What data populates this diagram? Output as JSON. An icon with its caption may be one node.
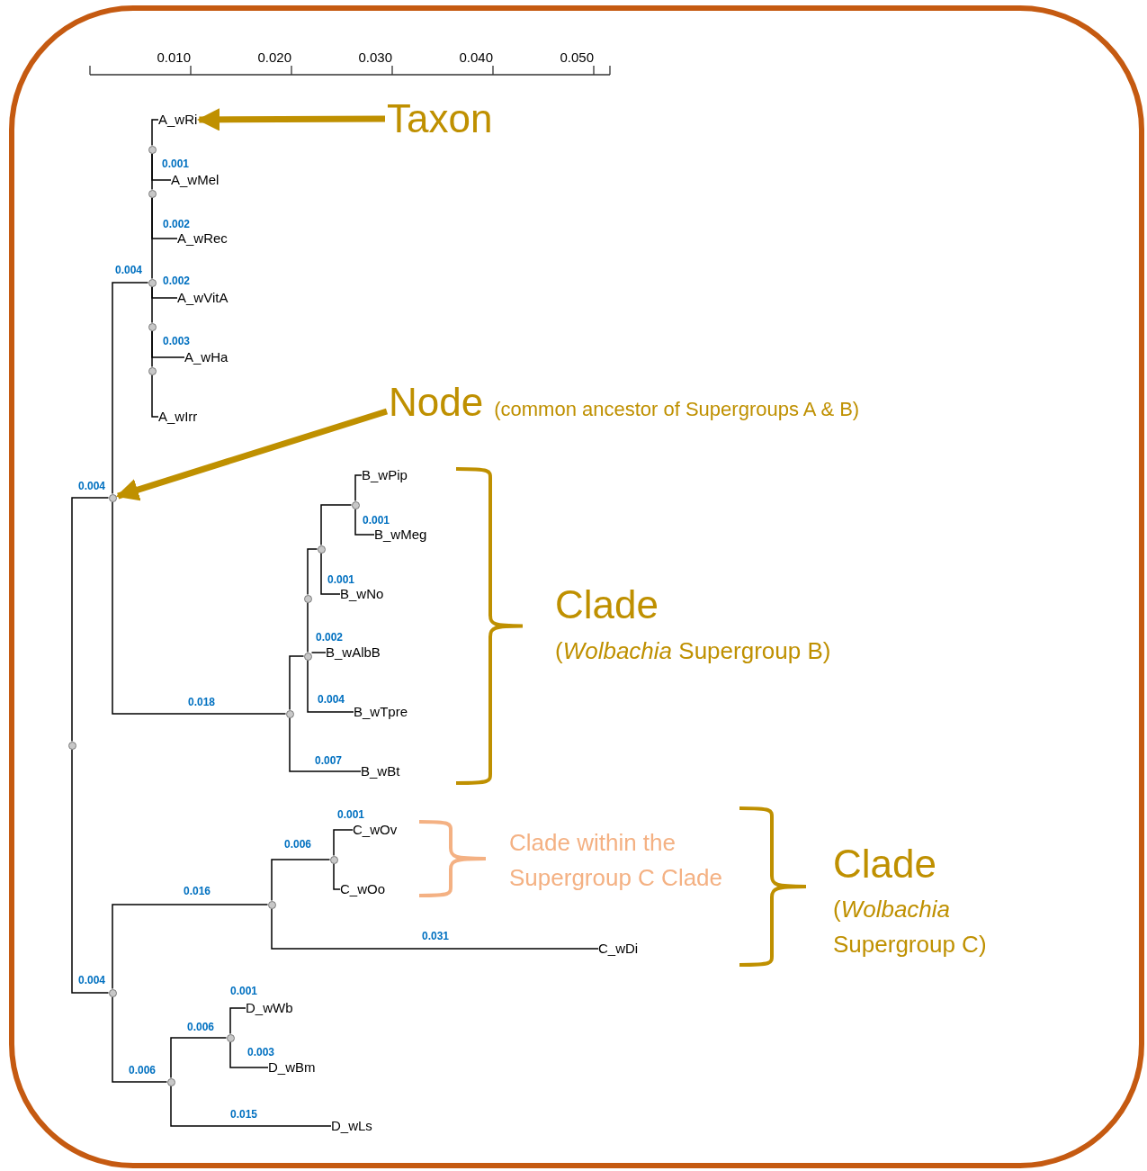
{
  "diagram": {
    "nodes": [
      {
        "text": [
          "Taxon"
        ]
      },
      {
        "text": [
          "Node",
          "(common ancestor of Supergroups A & B)"
        ]
      },
      {
        "text": [
          "A_wRi"
        ]
      },
      {
        "text": [
          "A_wMel"
        ]
      },
      {
        "text": [
          "A_wRec"
        ]
      },
      {
        "text": [
          "A_wVitA"
        ]
      },
      {
        "text": [
          "A_wHa"
        ]
      },
      {
        "text": [
          "A_wIrr"
        ]
      },
      {
        "text": [
          "B_wPip"
        ]
      },
      {
        "text": [
          "B_wMeg"
        ]
      },
      {
        "text": [
          "B_wNo"
        ]
      },
      {
        "text": [
          "B_wAlbB"
        ]
      },
      {
        "text": [
          "B_wTpre"
        ]
      },
      {
        "text": [
          "B_wBt"
        ]
      },
      {
        "text": [
          "C_wOv"
        ]
      },
      {
        "text": [
          "C_wOo"
        ]
      },
      {
        "text": [
          "C_wDi"
        ]
      },
      {
        "text": [
          "D_wWb"
        ]
      },
      {
        "text": [
          "D_wBm"
        ]
      },
      {
        "text": [
          "D_wLs"
        ]
      },
      {
        "text": [],
        "shape": "circle"
      },
      {
        "text": [],
        "shape": "circle"
      },
      {
        "text": [],
        "shape": "circle"
      },
      {
        "text": [],
        "shape": "circle"
      },
      {
        "text": [],
        "shape": "circle"
      },
      {
        "text": [],
        "shape": "circle"
      },
      {
        "text": [],
        "shape": "circle"
      },
      {
        "text": [],
        "shape": "circle"
      },
      {
        "text": [],
        "shape": "circle"
      },
      {
        "text": [],
        "shape": "circle"
      },
      {
        "text": [],
        "shape": "circle"
      },
      {
        "text": [],
        "shape": "circle"
      },
      {
        "text": [],
        "shape": "circle"
      },
      {
        "text": [],
        "shape": "circle"
      },
      {
        "text": [],
        "shape": "circle"
      },
      {
        "text": [],
        "shape": "circle"
      },
      {
        "text": [],
        "shape": "circle"
      }
    ],
    "edges": [
      {
        "from": 0,
        "to": 2,
        "arrow": "to",
        "style": "thick",
        "color": "#bf9000"
      },
      {
        "from": 1,
        "to": 25,
        "arrow": "to",
        "style": "thick",
        "color": "#bf9000"
      },
      {
        "from": 31,
        "to": 25,
        "arrow": "none",
        "label": "0.004"
      },
      {
        "from": 25,
        "to": 22,
        "arrow": "none",
        "label": "0.004"
      },
      {
        "from": 22,
        "to": 21,
        "arrow": "none"
      },
      {
        "from": 21,
        "to": 20,
        "arrow": "none"
      },
      {
        "from": 20,
        "to": 2,
        "arrow": "none"
      },
      {
        "from": 20,
        "to": 3,
        "arrow": "none",
        "label": "0.001"
      },
      {
        "from": 21,
        "to": 4,
        "arrow": "none",
        "label": "0.002"
      },
      {
        "from": 22,
        "to": 5,
        "arrow": "none",
        "label": "0.002"
      },
      {
        "from": 22,
        "to": 23,
        "arrow": "none"
      },
      {
        "from": 23,
        "to": 6,
        "arrow": "none",
        "label": "0.003"
      },
      {
        "from": 23,
        "to": 24,
        "arrow": "none"
      },
      {
        "from": 24,
        "to": 7,
        "arrow": "none"
      },
      {
        "from": 25,
        "to": 30,
        "arrow": "none",
        "label": "0.018"
      },
      {
        "from": 30,
        "to": 29,
        "arrow": "none"
      },
      {
        "from": 30,
        "to": 13,
        "arrow": "none",
        "label": "0.007"
      },
      {
        "from": 29,
        "to": 11,
        "arrow": "none",
        "label": "0.002"
      },
      {
        "from": 29,
        "to": 12,
        "arrow": "none",
        "label": "0.004"
      },
      {
        "from": 29,
        "to": 28,
        "arrow": "none"
      },
      {
        "from": 28,
        "to": 27,
        "arrow": "none"
      },
      {
        "from": 27,
        "to": 26,
        "arrow": "none"
      },
      {
        "from": 27,
        "to": 10,
        "arrow": "none",
        "label": "0.001"
      },
      {
        "from": 26,
        "to": 8,
        "arrow": "none"
      },
      {
        "from": 26,
        "to": 9,
        "arrow": "none",
        "label": "0.001"
      },
      {
        "from": 31,
        "to": 34,
        "arrow": "none",
        "label": "0.004"
      },
      {
        "from": 34,
        "to": 33,
        "arrow": "none",
        "label": "0.016"
      },
      {
        "from": 34,
        "to": 36,
        "arrow": "none",
        "label": "0.006"
      },
      {
        "from": 33,
        "to": 32,
        "arrow": "none",
        "label": "0.006"
      },
      {
        "from": 33,
        "to": 16,
        "arrow": "none",
        "label": "0.031"
      },
      {
        "from": 32,
        "to": 14,
        "arrow": "none",
        "label": "0.001"
      },
      {
        "from": 32,
        "to": 15,
        "arrow": "none"
      },
      {
        "from": 36,
        "to": 35,
        "arrow": "none",
        "label": "0.006"
      },
      {
        "from": 36,
        "to": 19,
        "arrow": "none",
        "label": "0.015"
      },
      {
        "from": 35,
        "to": 17,
        "arrow": "none",
        "label": "0.001"
      },
      {
        "from": 35,
        "to": 18,
        "arrow": "none",
        "label": "0.003"
      }
    ],
    "labels": [
      "0.010",
      "0.020",
      "0.030",
      "0.040",
      "0.050",
      "Clade",
      "(*Wolbachia* Supergroup B)",
      "Clade within the Supergroup C Clade",
      "Clade",
      "(*Wolbachia* Supergroup C)"
    ]
  }
}
